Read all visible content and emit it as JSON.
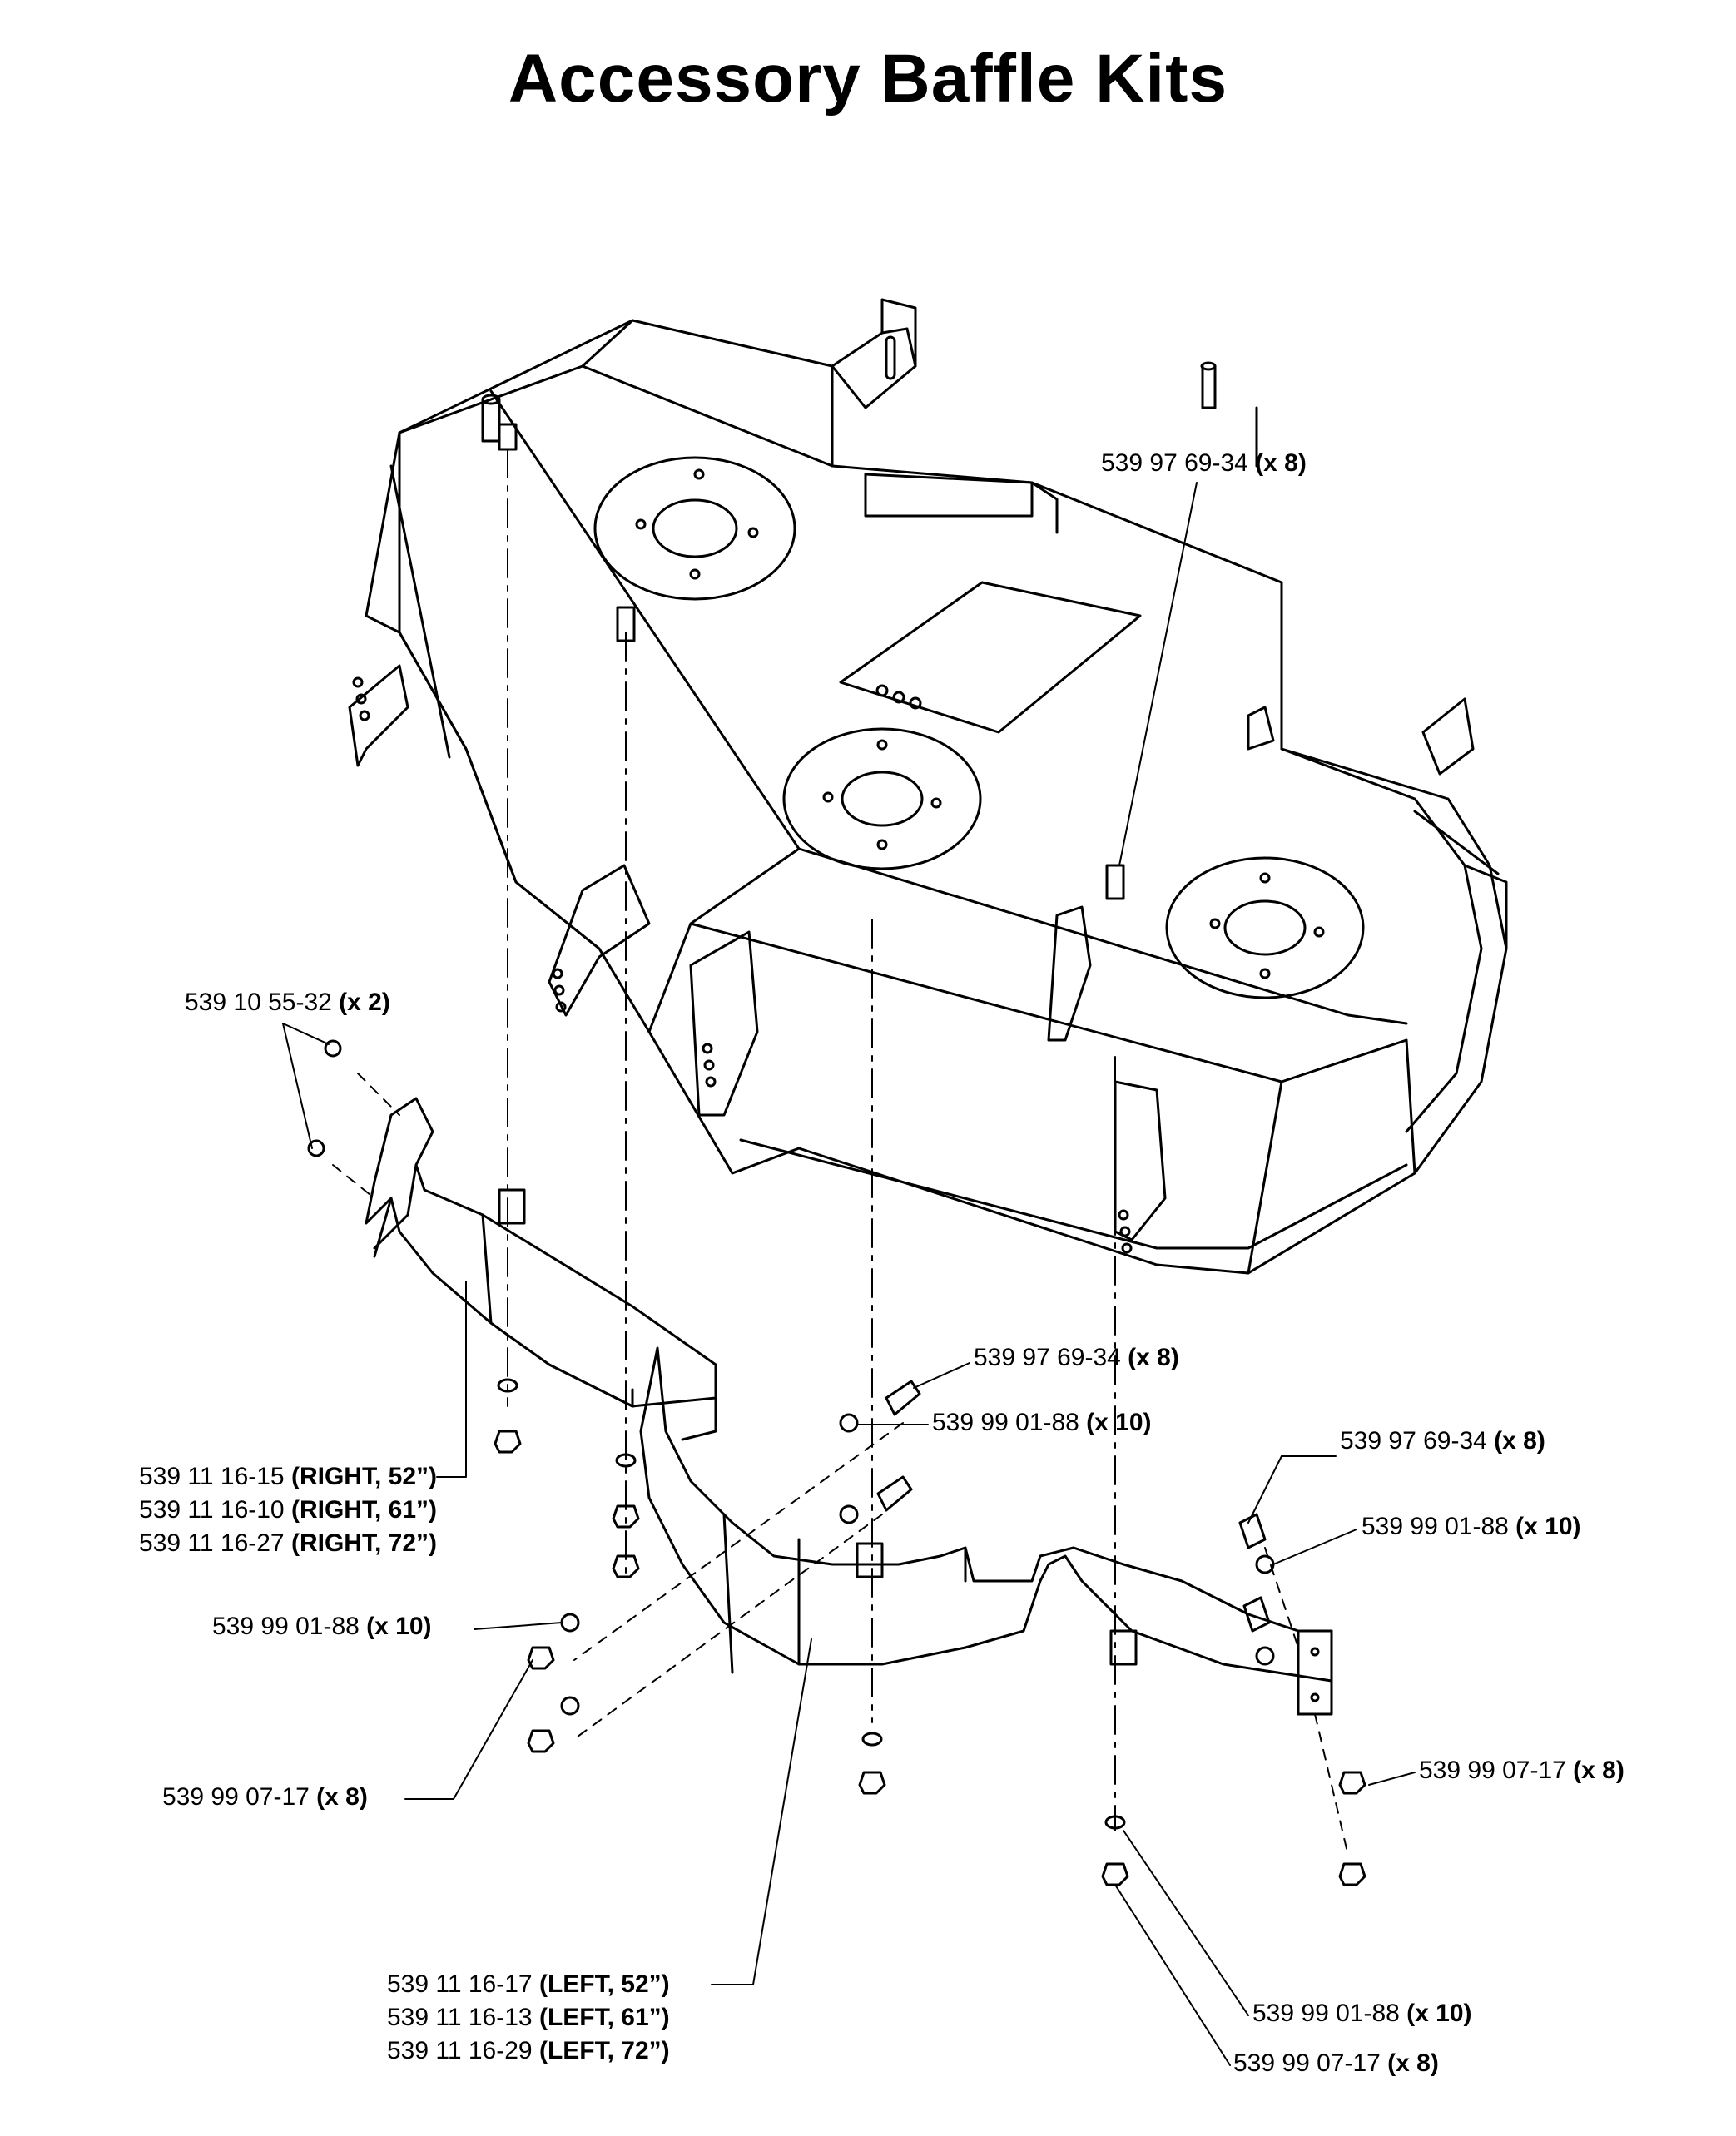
{
  "title": "Accessory Baffle Kits",
  "callouts": {
    "c_top": {
      "part": "539 97 69-34",
      "qty": "(x 8)"
    },
    "c_left1": {
      "part": "539 10 55-32",
      "qty": "(x 2)"
    },
    "c_mid1": {
      "part": "539 97 69-34",
      "qty": "(x 8)"
    },
    "c_mid2": {
      "part": "539 99 01-88",
      "qty": "(x 10)"
    },
    "c_r1": {
      "part": "539 97 69-34",
      "qty": "(x 8)"
    },
    "c_r2": {
      "part": "539 99 01-88",
      "qty": "(x 10)"
    },
    "c_right_group": [
      {
        "part": "539 11 16-15",
        "qty": "(RIGHT, 52”)"
      },
      {
        "part": "539 11 16-10",
        "qty": "(RIGHT, 61”)"
      },
      {
        "part": "539 11 16-27",
        "qty": "(RIGHT, 72”)"
      }
    ],
    "c_washer_l": {
      "part": "539 99 01-88",
      "qty": "(x 10)"
    },
    "c_nut_l": {
      "part": "539 99 07-17",
      "qty": "(x 8)"
    },
    "c_nut_r": {
      "part": "539 99 07-17",
      "qty": "(x 8)"
    },
    "c_left_group": [
      {
        "part": "539 11 16-17",
        "qty": "(LEFT, 52”)"
      },
      {
        "part": "539 11 16-13",
        "qty": "(LEFT, 61”)"
      },
      {
        "part": "539 11 16-29",
        "qty": "(LEFT, 72”)"
      }
    ],
    "c_washer_b": {
      "part": "539 99 01-88",
      "qty": "(x 10)"
    },
    "c_nut_b": {
      "part": "539 99 07-17",
      "qty": "(x 8)"
    }
  }
}
